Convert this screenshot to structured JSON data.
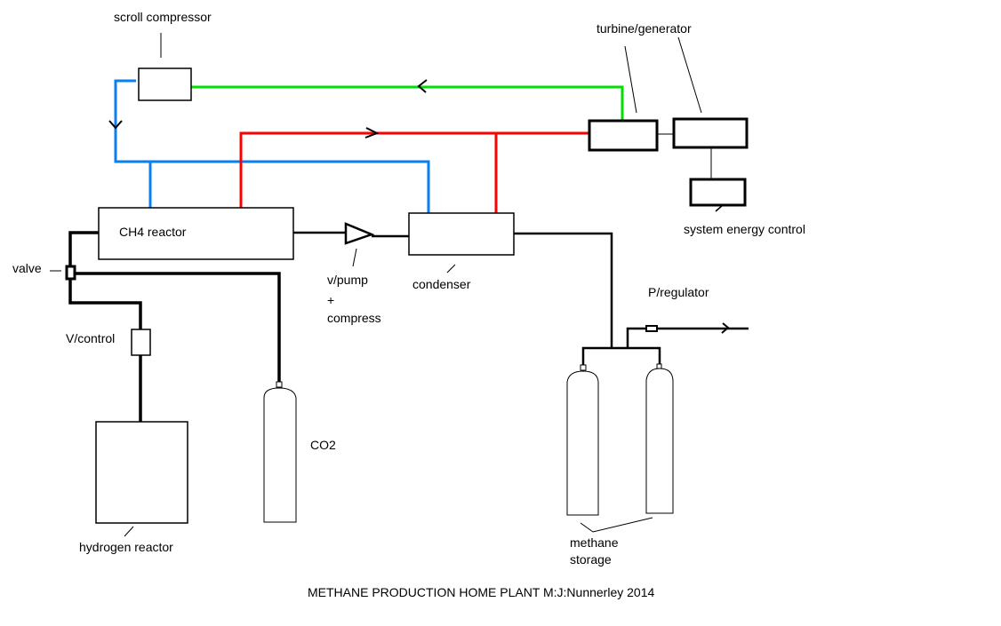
{
  "title": "METHANE PRODUCTION HOME PLANT  M:J:Nunnerley 2014",
  "colors": {
    "cold_line": "#0a7ff5",
    "hot_line": "#ff0000",
    "return_line": "#00e000",
    "pipe": "#000000",
    "background": "#ffffff"
  },
  "components": {
    "scroll_compressor": "scroll compressor",
    "turbine_generator": "turbine/generator",
    "system_energy_control": "system energy control",
    "ch4_reactor": "CH4 reactor",
    "valve": "valve",
    "v_control": "V/control",
    "hydrogen_reactor": "hydrogen reactor",
    "co2": "CO2",
    "v_pump_line1": "v/pump",
    "v_pump_line2": "+",
    "v_pump_line3": "compress",
    "condenser": "condenser",
    "p_regulator": "P/regulator",
    "methane_storage_line1": "methane",
    "methane_storage_line2": "storage"
  }
}
